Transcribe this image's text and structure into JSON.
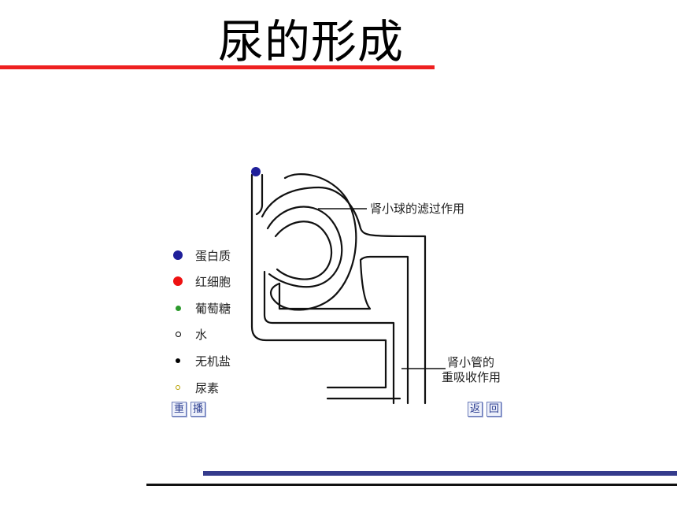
{
  "title": "尿的形成",
  "colors": {
    "title_underline": "#ee2020",
    "footer_bar": "#353b8c",
    "protein": "#1f1f9a",
    "red_cell": "#ee1111",
    "glucose": "#2c9a2c",
    "water": "#000000",
    "salt": "#000000",
    "urea": "#b8a000"
  },
  "legend": [
    {
      "label": "蛋白质",
      "dot": "protein"
    },
    {
      "label": "红细胞",
      "dot": "red_cell"
    },
    {
      "label": "葡萄糖",
      "dot": "glucose"
    },
    {
      "label": "水",
      "dot": "water"
    },
    {
      "label": "无机盐",
      "dot": "salt"
    },
    {
      "label": "尿素",
      "dot": "urea"
    }
  ],
  "callouts": {
    "glomerulus": "肾小球的滤过作用",
    "tubule_line1": "肾小管的",
    "tubule_line2": "重吸收作用"
  },
  "controls": {
    "replay": [
      "重",
      "播"
    ],
    "back": [
      "返",
      "回"
    ]
  }
}
